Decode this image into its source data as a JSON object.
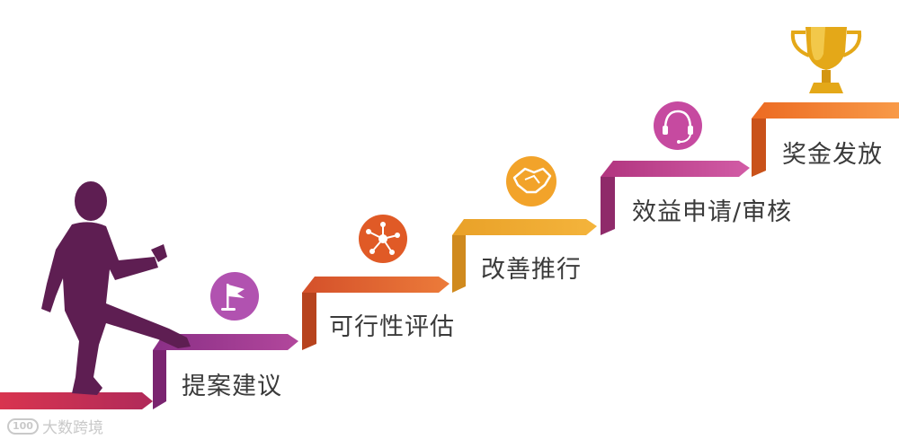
{
  "steps": [
    {
      "label": "提案建议",
      "icon": "flag-icon",
      "color": "#a03c8c"
    },
    {
      "label": "可行性评估",
      "icon": "network-icon",
      "color": "#e0602a"
    },
    {
      "label": "改善推行",
      "icon": "handshake-icon",
      "color": "#f0a028"
    },
    {
      "label": "效益申请/审核",
      "icon": "headset-icon",
      "color": "#c0409a"
    },
    {
      "label": "奖金发放",
      "icon": "trophy-icon",
      "color": "#f07a28"
    }
  ],
  "watermark": {
    "badge": "100",
    "text": "大数跨境"
  },
  "colors": {
    "figure": "#5e1e52",
    "ground": "#b32a55",
    "trophy": "#e8b020"
  }
}
